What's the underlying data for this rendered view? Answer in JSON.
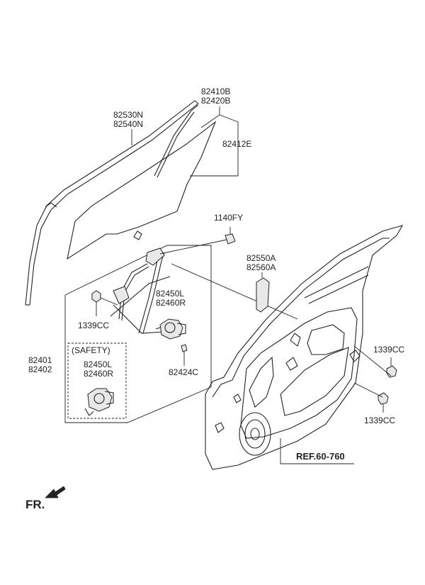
{
  "diagram": {
    "labels": {
      "p82410B": "82410B",
      "p82420B": "82420B",
      "p82530N": "82530N",
      "p82540N": "82540N",
      "p82412E": "82412E",
      "p1140FY": "1140FY",
      "p82550A": "82550A",
      "p82560A": "82560A",
      "p82450L_a": "82450L",
      "p82460R_a": "82460R",
      "p1339CC_left": "1339CC",
      "p82401": "82401",
      "p82402": "82402",
      "safety": "(SAFETY)",
      "p82450L_b": "82450L",
      "p82460R_b": "82460R",
      "p82424C": "82424C",
      "p1339CC_right_top": "1339CC",
      "p1339CC_right_bottom": "1339CC",
      "ref": "REF.60-760",
      "fr": "FR."
    }
  }
}
